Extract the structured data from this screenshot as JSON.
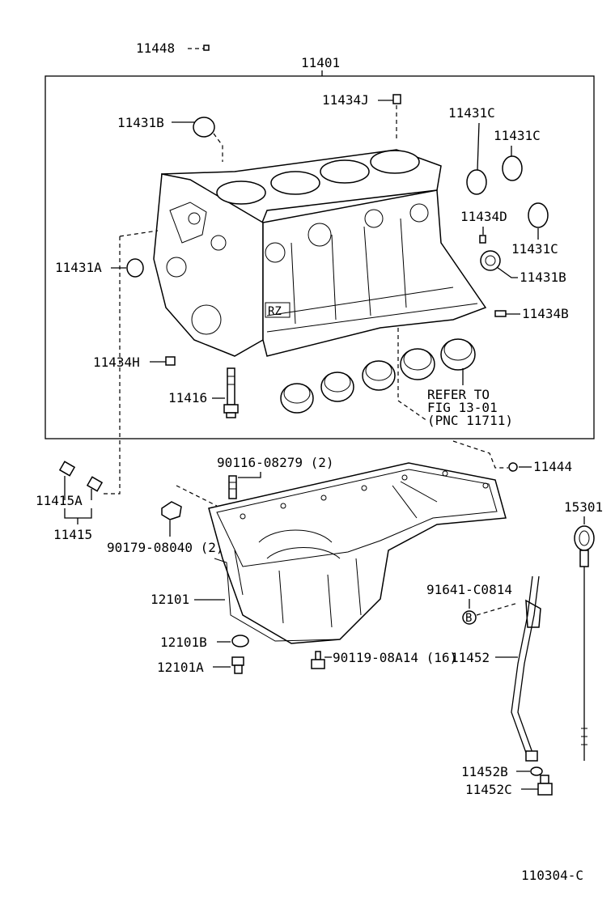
{
  "labels": {
    "p11448": "11448",
    "p11401": "11401",
    "p11434J": "11434J",
    "p11431B_top": "11431B",
    "p11431C_1": "11431C",
    "p11431C_2": "11431C",
    "p11434D": "11434D",
    "p11431C_3": "11431C",
    "p11431A": "11431A",
    "p11431B_right": "11431B",
    "p11434B": "11434B",
    "p11434H": "11434H",
    "refer_line1": "REFER TO",
    "refer_line2": "FIG 13-01",
    "refer_line3": "(PNC 11711)",
    "p11416": "11416",
    "p90116": "90116-08279 (2)",
    "p11444": "11444",
    "p11415A": "11415A",
    "p11415": "11415",
    "p90179": "90179-08040 (2)",
    "p15301": "15301",
    "p12101": "12101",
    "p91641": "91641-C0814",
    "p12101B": "12101B",
    "p90119": "90119-08A14 (16)",
    "p11452": "11452",
    "p12101A": "12101A",
    "p11452B": "11452B",
    "p11452C": "11452C",
    "figure_code": "110304-C"
  },
  "block_marking": "RZ",
  "ref_symbol": "B"
}
